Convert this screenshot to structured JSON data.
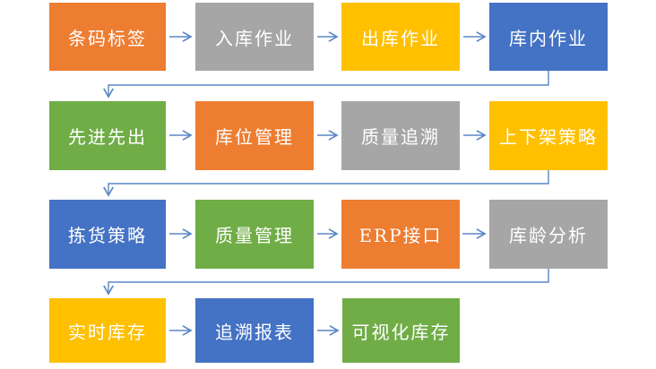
{
  "diagram": {
    "type": "flowchart",
    "description": "WMS warehouse management process flow, 4 rows snaking left-to-right",
    "palette": {
      "orange": "#ED7D31",
      "gray": "#A6A6A6",
      "yellow": "#FFC000",
      "blue": "#4472C4",
      "green": "#70AD47",
      "connector": "#5B87C5",
      "label_text": "#FFFFFF",
      "background": "#FFFFFF"
    },
    "flow": {
      "rows": [
        {
          "boxes": [
            {
              "label": "条码标签",
              "color": "orange"
            },
            {
              "label": "入库作业",
              "color": "gray"
            },
            {
              "label": "出库作业",
              "color": "yellow"
            },
            {
              "label": "库内作业",
              "color": "blue"
            }
          ]
        },
        {
          "boxes": [
            {
              "label": "先进先出",
              "color": "green"
            },
            {
              "label": "库位管理",
              "color": "orange"
            },
            {
              "label": "质量追溯",
              "color": "gray"
            },
            {
              "label": "上下架策略",
              "color": "yellow"
            }
          ]
        },
        {
          "boxes": [
            {
              "label": "拣货策略",
              "color": "blue"
            },
            {
              "label": "质量管理",
              "color": "green"
            },
            {
              "label": "ERP接口",
              "color": "orange"
            },
            {
              "label": "库龄分析",
              "color": "gray"
            }
          ]
        },
        {
          "boxes": [
            {
              "label": "实时库存",
              "color": "yellow"
            },
            {
              "label": "追溯报表",
              "color": "blue"
            },
            {
              "label": "可视化库存",
              "color": "green"
            }
          ]
        }
      ]
    }
  }
}
